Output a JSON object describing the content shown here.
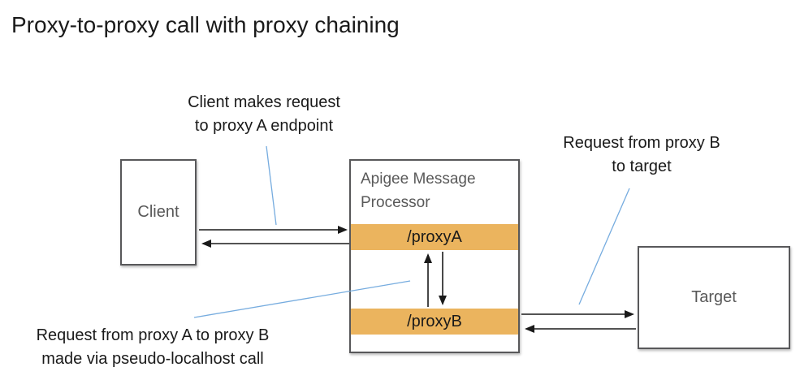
{
  "title": "Proxy-to-proxy call with proxy chaining",
  "annotations": {
    "client_request": "Client makes request\nto proxy A endpoint",
    "proxyb_to_target": "Request from proxy B\nto target",
    "proxya_to_proxyb": "Request from proxy A to proxy B\nmade via pseudo-localhost call"
  },
  "nodes": {
    "client": {
      "label": "Client"
    },
    "apigee": {
      "label": "Apigee Message Processor",
      "endpoints": [
        {
          "label": "/proxyA"
        },
        {
          "label": "/proxyB"
        }
      ]
    },
    "target": {
      "label": "Target"
    }
  },
  "colors": {
    "endpoint-orange": "#EBB45E",
    "callout-blue": "#76ACDF",
    "box-border": "#58585A",
    "label-gray": "#595959",
    "ink": "#1A1A1A"
  }
}
